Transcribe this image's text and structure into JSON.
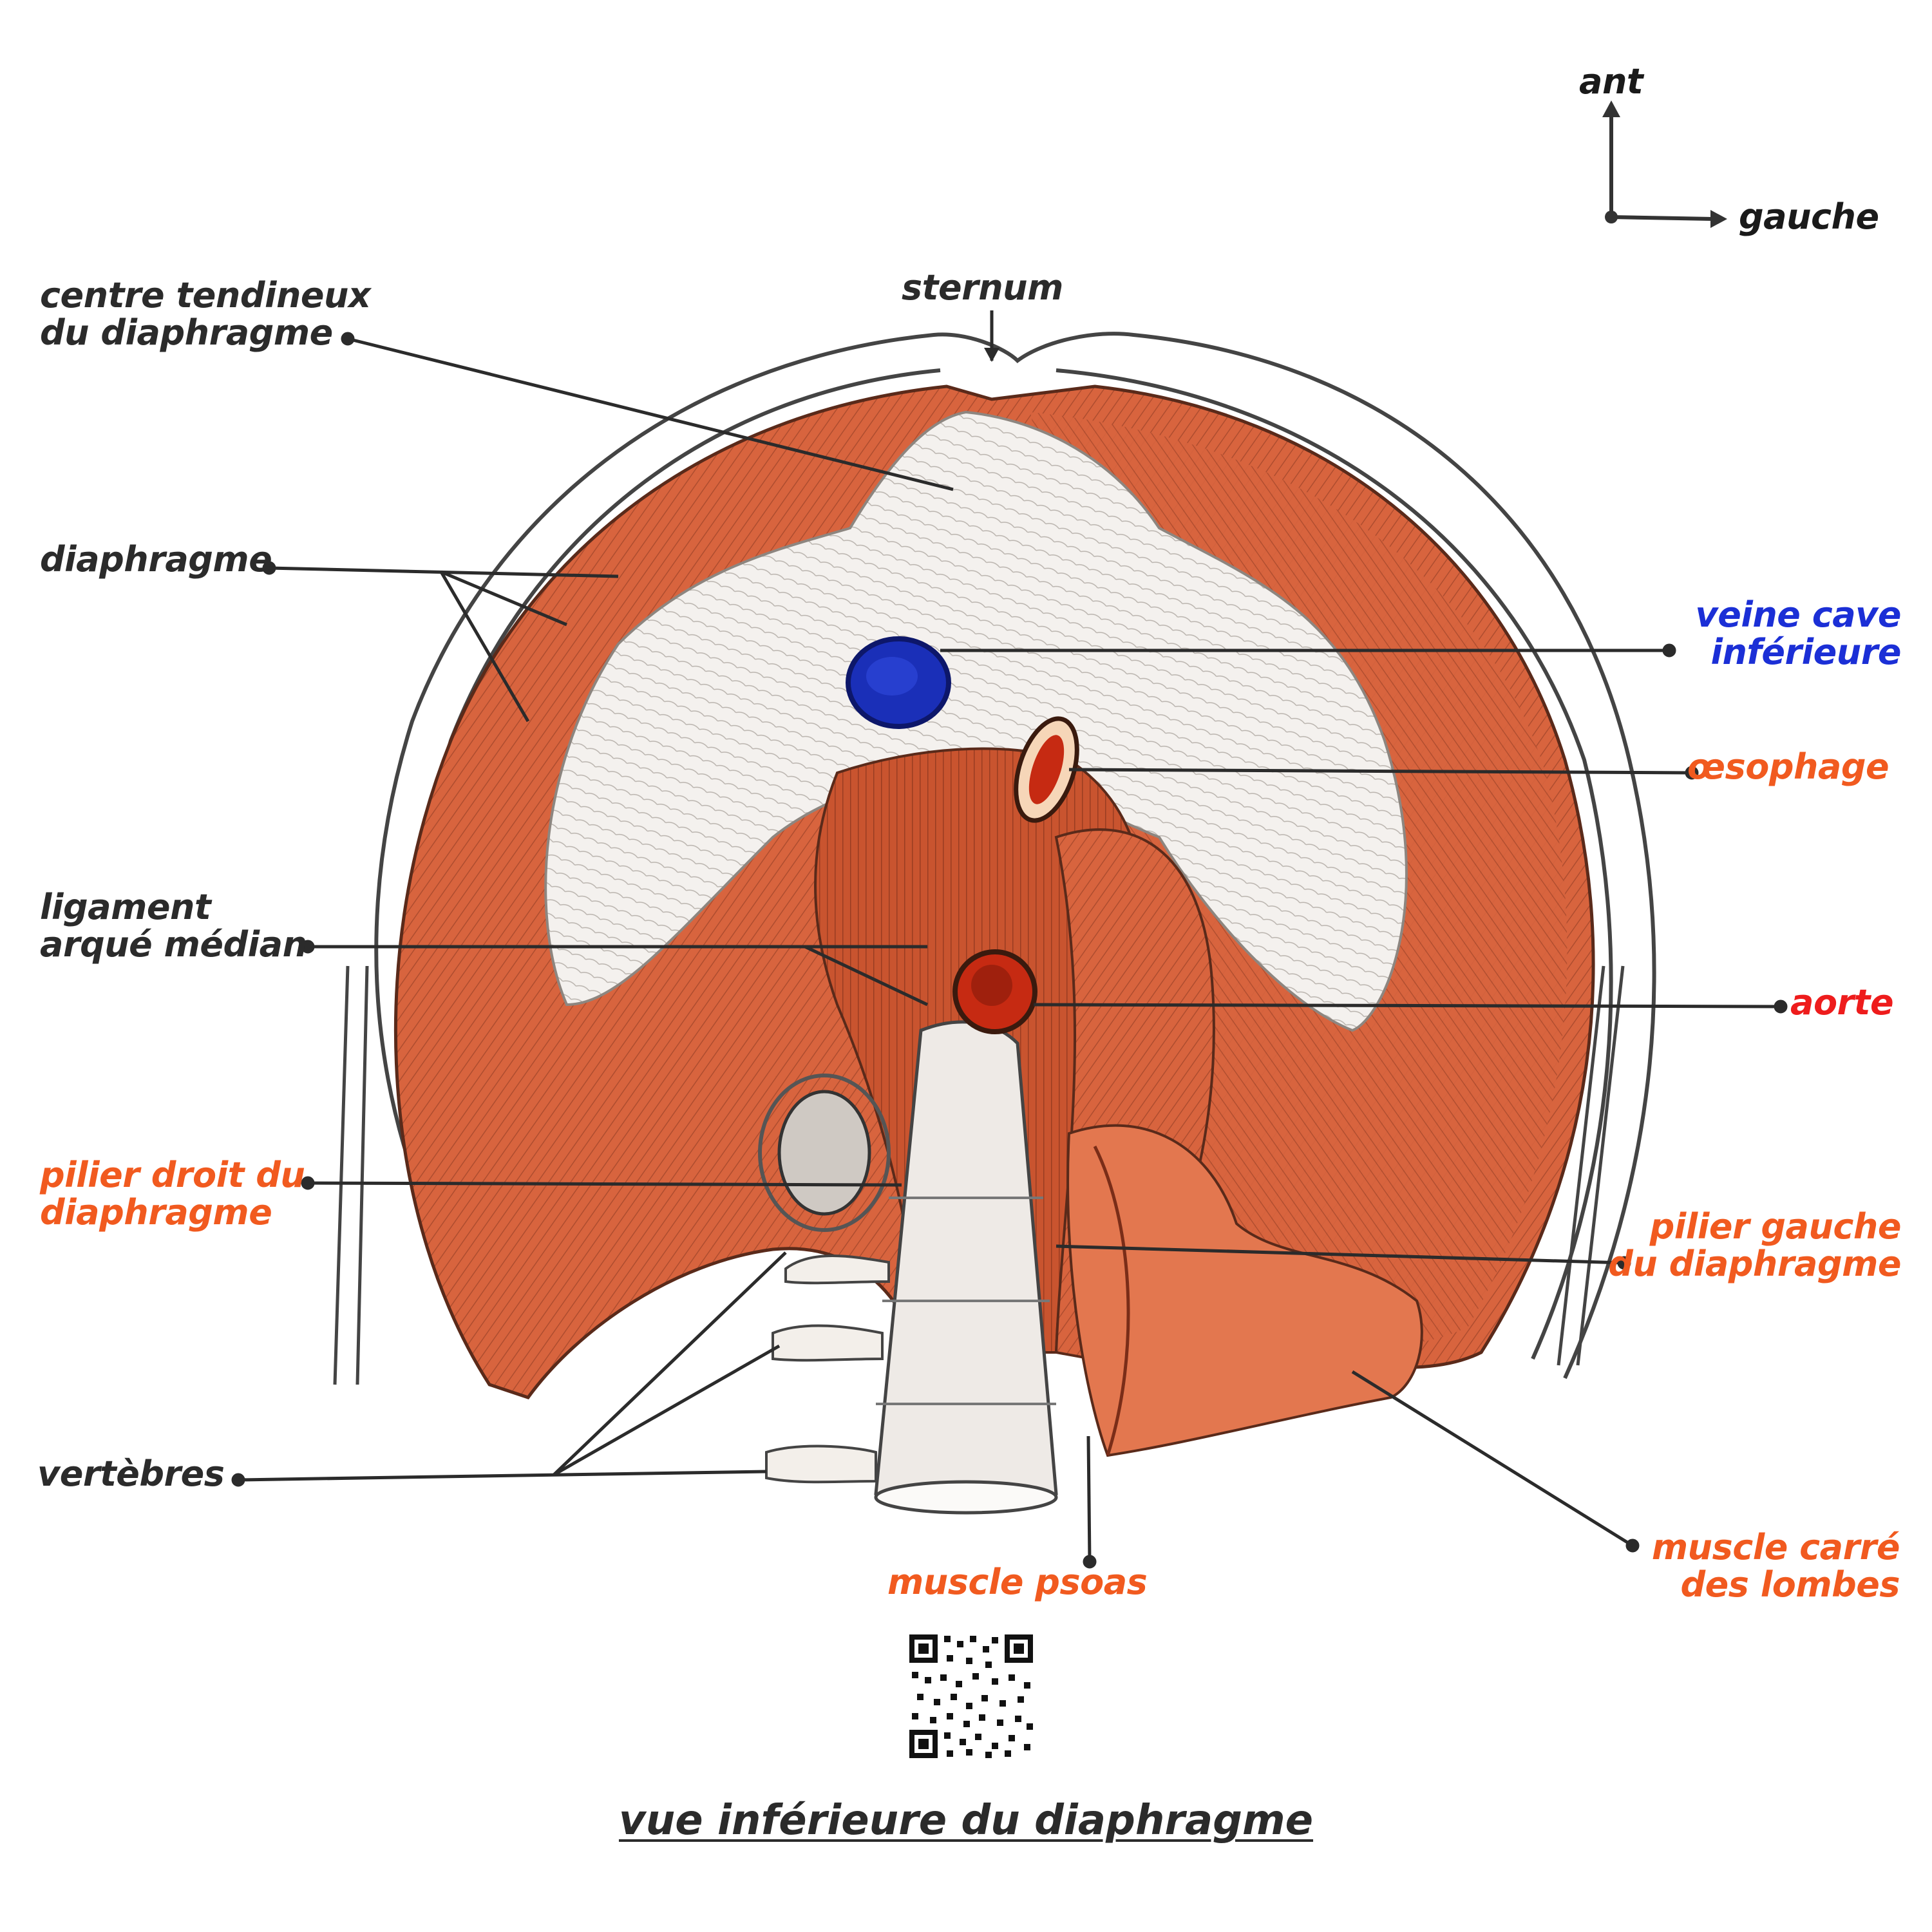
{
  "orientation": {
    "anterior": "ant",
    "left": "gauche"
  },
  "labels": {
    "centre_tendineux": [
      "centre tendineux",
      "du diaphragme"
    ],
    "sternum": "sternum",
    "diaphragme": "diaphragme",
    "veine_cave": [
      "veine cave",
      "inférieure"
    ],
    "oesophage": "œsophage",
    "ligament": [
      "ligament",
      "arqué médian"
    ],
    "aorte": "aorte",
    "pilier_droit": [
      "pilier droit du",
      "diaphragme"
    ],
    "pilier_gauche": [
      "pilier gauche",
      "du diaphragme"
    ],
    "vertebres": "vertèbres",
    "psoas": "muscle psoas",
    "carre_lombes": [
      "muscle carré",
      "des lombes"
    ]
  },
  "title": "vue inférieure du diaphragme",
  "colors": {
    "dark_text": "#2b2b2b",
    "orange_text": "#f15a1f",
    "blue_text": "#1b2fd6",
    "red_text": "#ee1c1c",
    "muscle": "#d8643e",
    "muscle_dark": "#a8452a",
    "tendon": "#f4f1ee",
    "vein": "#1a2fb8",
    "artery": "#c62a12"
  },
  "icons": [
    "orientation-axes-icon",
    "qr-code-icon"
  ]
}
